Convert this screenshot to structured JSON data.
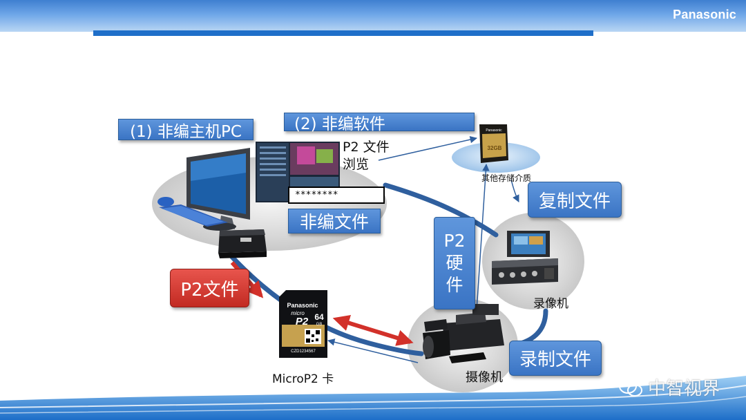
{
  "header": {
    "brand": "Panasonic"
  },
  "labels": {
    "pc": "(1) 非编主机PC",
    "software": "(2) 非编软件",
    "browse_line1": "P2 文件",
    "browse_line2": "浏览",
    "password": "********",
    "edit_file": "非编文件",
    "other_storage": "其他存储介质",
    "copy_file": "复制文件",
    "hardware_line1": "P2",
    "hardware_line2": "硬",
    "hardware_line3": "件",
    "recorder": "录像机",
    "p2file": "P2文件",
    "record_file": "录制文件",
    "camera": "摄像机",
    "microp2": "MicroP2 卡"
  },
  "card": {
    "brand": "Panasonic",
    "micro": "micro",
    "p2": "P2",
    "capacity": "64",
    "unit": "GB",
    "serial": "CZD1234567"
  },
  "sd_card": {
    "brand": "Panasonic",
    "capacity": "32GB"
  },
  "watermark": {
    "text": "中智视界"
  },
  "colors": {
    "accent_blue": "#3a74c4",
    "header_rule": "#1f6fc9",
    "red": "#c22a22",
    "arrow_blue": "#2f5f9e"
  }
}
